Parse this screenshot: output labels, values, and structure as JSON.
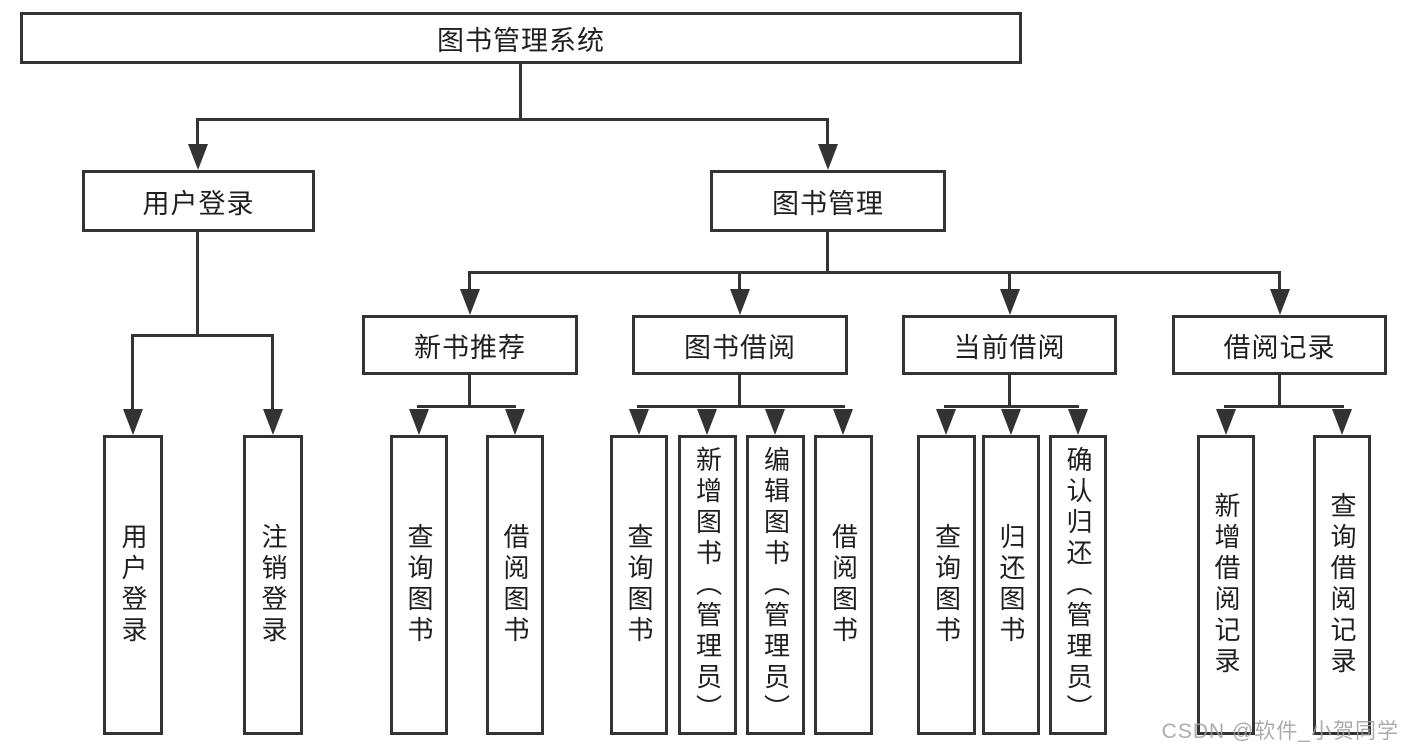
{
  "diagram": {
    "root": {
      "label": "图书管理系统",
      "children": [
        {
          "label": "用户登录",
          "children": [
            {
              "label": "用户登录"
            },
            {
              "label": "注销登录"
            }
          ]
        },
        {
          "label": "图书管理",
          "children": [
            {
              "label": "新书推荐",
              "children": [
                {
                  "label": "查询图书"
                },
                {
                  "label": "借阅图书"
                }
              ]
            },
            {
              "label": "图书借阅",
              "children": [
                {
                  "label": "查询图书"
                },
                {
                  "label": "新增图书（管理员）"
                },
                {
                  "label": "编辑图书（管理员）"
                },
                {
                  "label": "借阅图书"
                }
              ]
            },
            {
              "label": "当前借阅",
              "children": [
                {
                  "label": "查询图书"
                },
                {
                  "label": "归还图书"
                },
                {
                  "label": "确认归还（管理员）"
                }
              ]
            },
            {
              "label": "借阅记录",
              "children": [
                {
                  "label": "新增借阅记录"
                },
                {
                  "label": "查询借阅记录"
                }
              ]
            }
          ]
        }
      ]
    }
  },
  "watermark": {
    "text": "CSDN @软件_小贺同学"
  },
  "colors": {
    "line": "#333333",
    "box_border": "#333333",
    "text": "#1f1f1f",
    "background": "#ffffff",
    "watermark": "#9e9e9e"
  }
}
